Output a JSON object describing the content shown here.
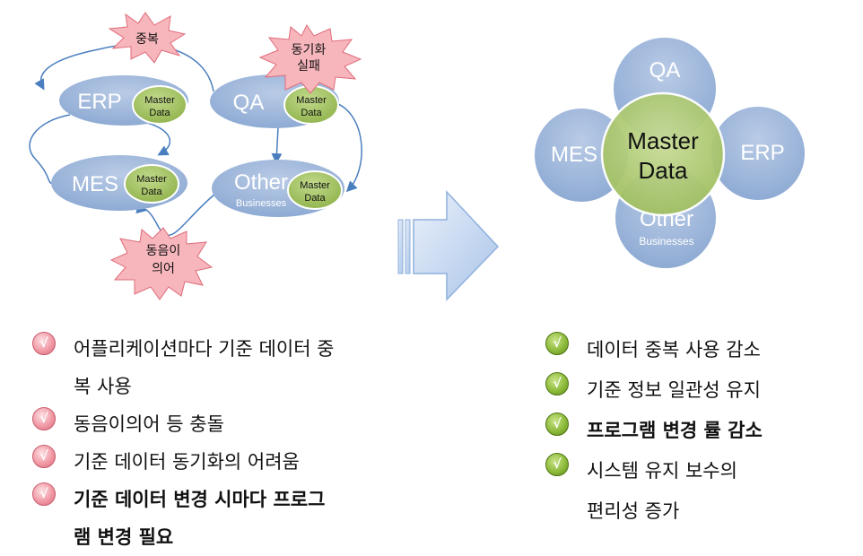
{
  "left_diagram": {
    "systems": [
      {
        "name": "ERP",
        "sub": "",
        "badge_line1": "Master",
        "badge_line2": "Data"
      },
      {
        "name": "QA",
        "sub": "",
        "badge_line1": "Master",
        "badge_line2": "Data"
      },
      {
        "name": "MES",
        "sub": "",
        "badge_line1": "Master",
        "badge_line2": "Data"
      },
      {
        "name": "Other",
        "sub": "Businesses",
        "badge_line1": "Master",
        "badge_line2": "Data"
      }
    ],
    "callouts": [
      {
        "line1": "중복",
        "line2": ""
      },
      {
        "line1": "동기화",
        "line2": "실패"
      },
      {
        "line1": "동음이",
        "line2": "의어"
      }
    ]
  },
  "right_diagram": {
    "center_line1": "Master",
    "center_line2": "Data",
    "petals": [
      {
        "name": "QA",
        "sub": ""
      },
      {
        "name": "MES",
        "sub": ""
      },
      {
        "name": "ERP",
        "sub": ""
      },
      {
        "name": "Other",
        "sub": "Businesses"
      }
    ]
  },
  "problems": [
    {
      "line1": "어플리케이션마다 기준 데이터 중",
      "line2": "복 사용",
      "bold": false
    },
    {
      "line1": "동음이의어 등 충돌",
      "line2": "",
      "bold": false
    },
    {
      "line1": "기준 데이터 동기화의 어려움",
      "line2": "",
      "bold": false
    },
    {
      "line1": "기준 데이터 변경 시마다 프로그",
      "line2": "램 변경 필요",
      "bold": true
    }
  ],
  "benefits": [
    {
      "line1": "데이터 중복 사용 감소",
      "line2": "",
      "bold": false
    },
    {
      "line1": "기준 정보 일관성 유지",
      "line2": "",
      "bold": false
    },
    {
      "line1": "프로그램 변경 률 감소",
      "line2": "",
      "bold": true
    },
    {
      "line1": "시스템 유지 보수의",
      "line2": "편리성 증가",
      "bold": false
    }
  ],
  "bullet_glyph": "√",
  "colors": {
    "system_ellipse": "#96b0d6",
    "badge_green": "#97b955",
    "center_green": "#a9c86a",
    "callout_pink": "#f6b6bc",
    "arrow_fill": "#c9daf1",
    "connector": "#4a7fbf"
  }
}
